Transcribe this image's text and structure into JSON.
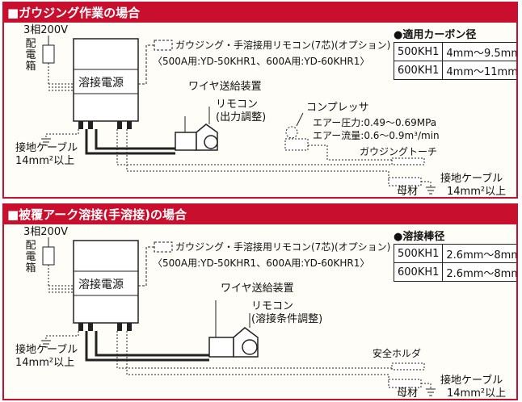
{
  "gouging": {
    "header": "■ガウジング作業の場合",
    "power": "3相200V",
    "dist_box": [
      "配",
      "電",
      "箱"
    ],
    "psu": "溶接電源",
    "remote_option": "ガウジング・手溶接用リモコン(7芯)(オプション)",
    "remote_models": "〈500A用:YD-50KHR1、600A用:YD-60KHR1〉",
    "wire_feeder": "ワイヤ送給装置",
    "remote": "リモコン",
    "remote_sub": "(出力調整)",
    "compressor": "コンプレッサ",
    "air_pressure": "エアー圧力:0.49〜0.69MPa",
    "air_flow": "エアー流量:0.6〜0.9m³/min",
    "torch": "ガウジングトーチ",
    "ground_left": "接地ケーブル",
    "ground_left_size": "14mm²以上",
    "ground_right": "接地ケーブル",
    "ground_right_size": "14mm²以上",
    "base_metal": "母材",
    "table_title": "●適用カーボン径",
    "table": [
      [
        "500KH1",
        "4mm〜9.5mm"
      ],
      [
        "600KH1",
        "4mm〜11mm"
      ]
    ]
  },
  "stick": {
    "header": "■被覆アーク溶接(手溶接)の場合",
    "power": "3相200V",
    "dist_box": [
      "配",
      "電",
      "箱"
    ],
    "psu": "溶接電源",
    "remote_option": "ガウジング・手溶接用リモコン(7芯)(オプション)",
    "remote_models": "〈500A用:YD-50KHR1、600A用:YD-60KHR1〉",
    "wire_feeder": "ワイヤ送給装置",
    "remote": "リモコン",
    "remote_sub": "(溶接条件調整)",
    "holder": "安全ホルダ",
    "ground_left": "接地ケーブル",
    "ground_left_size": "14mm²以上",
    "ground_right": "接地ケーブル",
    "ground_right_size": "14mm²以上",
    "base_metal": "母材",
    "table_title": "●溶接棒径",
    "table": [
      [
        "500KH1",
        "2.6mm〜8mm"
      ],
      [
        "600KH1",
        "2.6mm〜8mm"
      ]
    ]
  }
}
